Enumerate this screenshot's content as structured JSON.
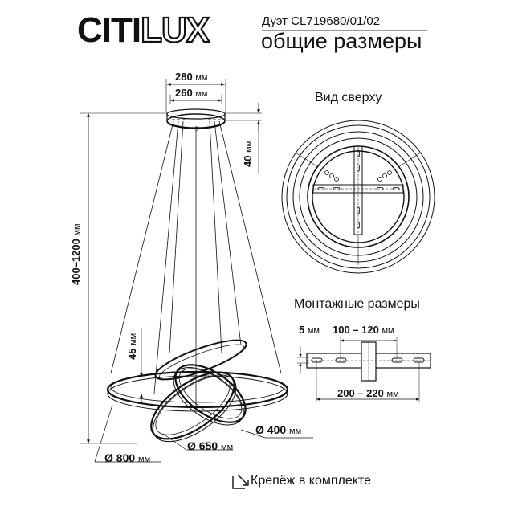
{
  "header": {
    "brand_solid": "CITI",
    "brand_outline": "LUX",
    "model": "Дуэт CL719680/01/02",
    "subtitle": "общие размеры"
  },
  "side_view": {
    "canopy_outer": {
      "value": "280",
      "unit": "мм"
    },
    "canopy_inner": {
      "value": "260",
      "unit": "мм"
    },
    "canopy_height": {
      "value": "40",
      "unit": "мм"
    },
    "total_height": {
      "value": "400–1200",
      "unit": "мм"
    },
    "ring_thickness": {
      "value": "45",
      "unit": "мм"
    },
    "ring_small": {
      "symbol": "Ø",
      "value": "400",
      "unit": "мм"
    },
    "ring_medium": {
      "symbol": "Ø",
      "value": "650",
      "unit": "мм"
    },
    "ring_large": {
      "symbol": "Ø",
      "value": "800",
      "unit": "мм"
    }
  },
  "top_view": {
    "title": "Вид сверху"
  },
  "mounting": {
    "title": "Монтажные размеры",
    "slot_height": {
      "value": "5",
      "unit": "мм"
    },
    "inner_span": {
      "value": "100 – 120",
      "unit": "мм"
    },
    "outer_span": {
      "value": "200 – 220",
      "unit": "мм"
    }
  },
  "footer": {
    "kit_icon": "mount-arrow-icon",
    "kit_text": "Крепёж в комплекте"
  },
  "colors": {
    "line": "#111111",
    "background": "#ffffff",
    "guide": "#888888"
  }
}
